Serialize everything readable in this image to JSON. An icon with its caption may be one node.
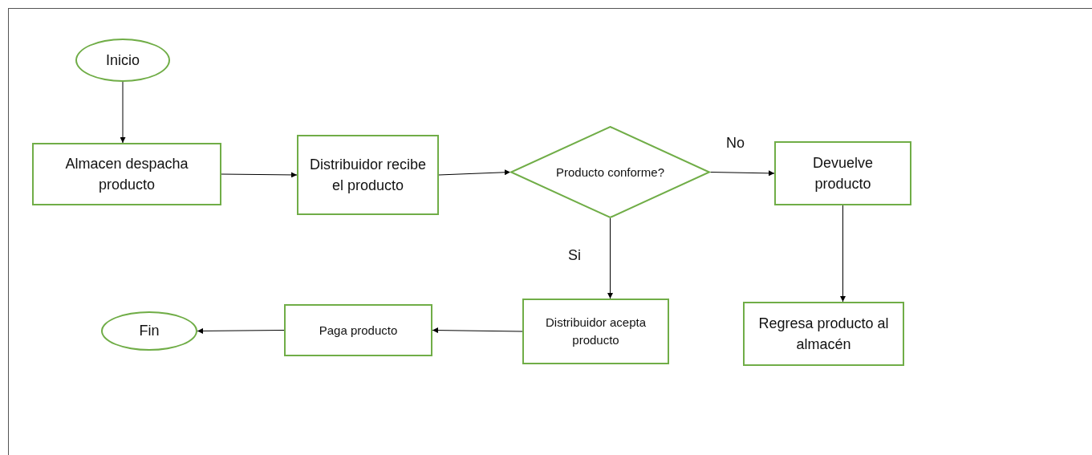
{
  "diagram": {
    "nodes": [
      {
        "text": [
          "Inicio"
        ]
      },
      {
        "text": [
          "Almacen despacha producto"
        ]
      },
      {
        "text": [
          "Distribuidor recibe el producto"
        ]
      },
      {
        "text": [
          "Producto conforme?"
        ]
      },
      {
        "text": [
          "Devuelve producto"
        ]
      },
      {
        "text": [
          "Regresa producto al almacén"
        ]
      },
      {
        "text": [
          "Distribuidor acepta producto"
        ]
      },
      {
        "text": [
          "Paga producto"
        ]
      },
      {
        "text": [
          "Fin"
        ]
      }
    ],
    "edges": [
      {
        "from": 0,
        "to": 1,
        "arrow": "to"
      },
      {
        "from": 1,
        "to": 2,
        "arrow": "to"
      },
      {
        "from": 2,
        "to": 3,
        "arrow": "to"
      },
      {
        "from": 3,
        "to": 4,
        "arrow": "to",
        "label": "No"
      },
      {
        "from": 3,
        "to": 6,
        "arrow": "to",
        "label": "Si"
      },
      {
        "from": 4,
        "to": 5,
        "arrow": "to"
      },
      {
        "from": 6,
        "to": 7,
        "arrow": "to"
      },
      {
        "from": 7,
        "to": 8,
        "arrow": "to"
      }
    ]
  }
}
